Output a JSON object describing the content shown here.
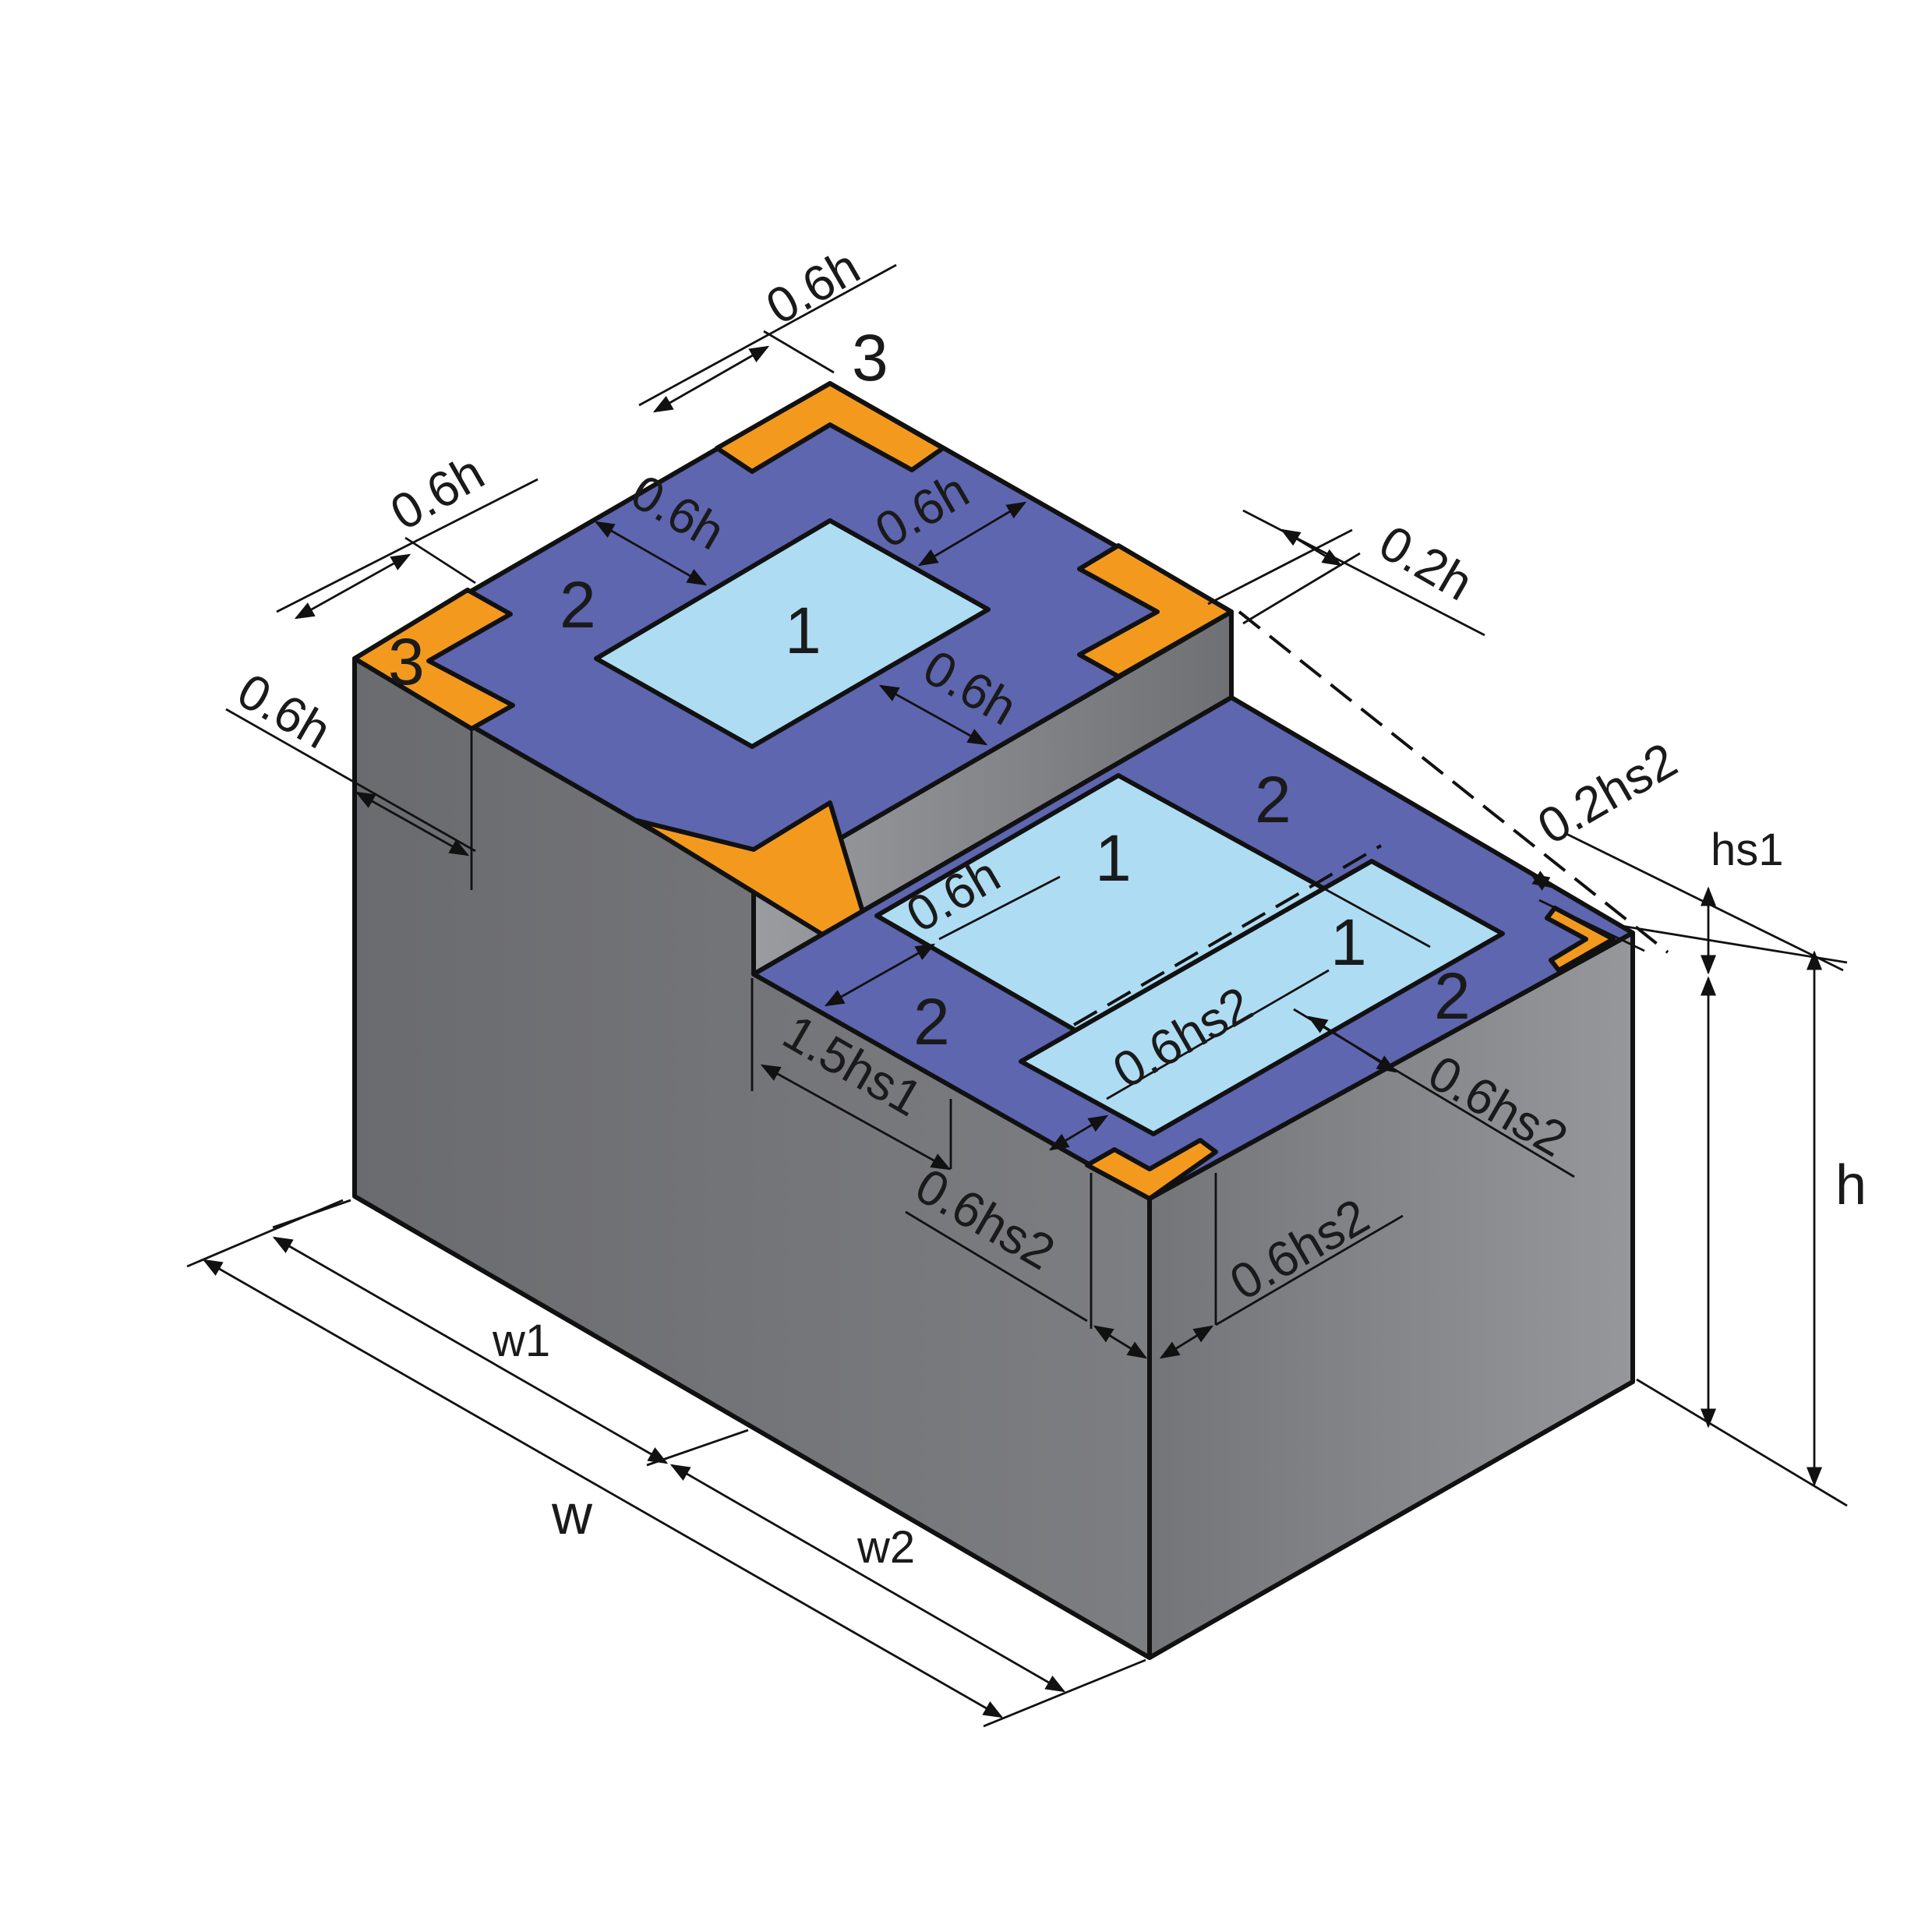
{
  "labels": {
    "dim_0_6h": "0.6h",
    "dim_0_2h": "0.2h",
    "dim_0_2hs2": "0.2hs2",
    "dim_0_6hs2_a": "0.6hs2",
    "dim_0_6hs2_b": "0.6hs2",
    "dim_0_6hs2_c": "0.6hs2",
    "dim_0_6hs2_d": "0.6hs2",
    "dim_1_5hs1": "1.5hs1",
    "hs1": "hs1",
    "h": "h",
    "w": "w",
    "w1": "w1",
    "w2": "w2"
  },
  "zones": {
    "z1": "1",
    "z2": "2",
    "z3": "3"
  },
  "colors": {
    "zone1": "#aedcf3",
    "zone2": "#5e66b0",
    "zone3": "#f39a1e",
    "body_dark": "#6a6b6e",
    "body_light": "#939498",
    "edge": "#111111"
  }
}
